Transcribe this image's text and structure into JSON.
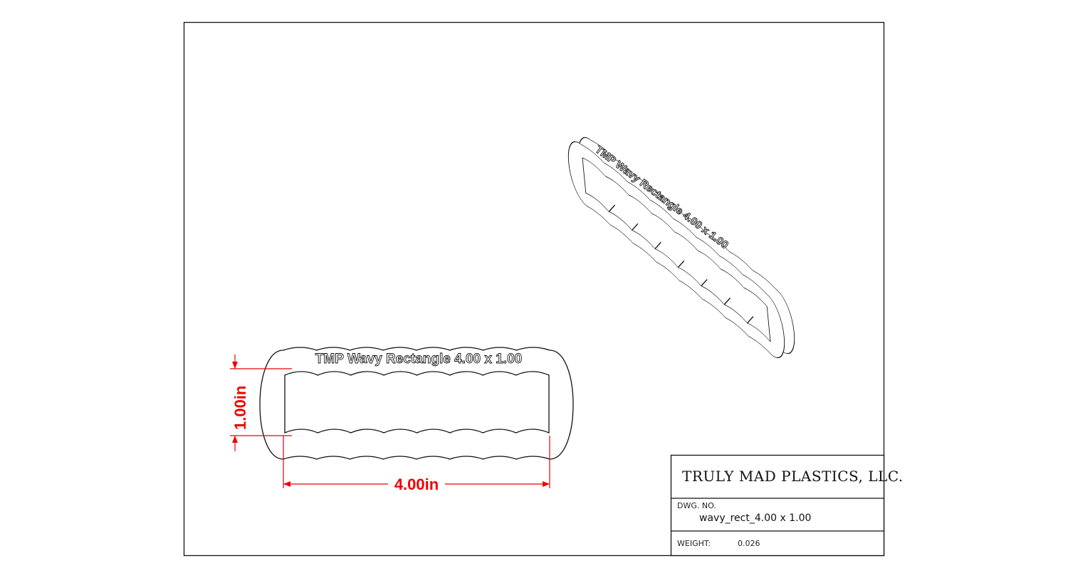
{
  "drawing": {
    "engraving_text": "TMP  Wavy Rectangle 4.00 x 1.00",
    "dimensions": {
      "height_label": "1.00in",
      "width_label": "4.00in"
    },
    "dimension_color": "#e00000"
  },
  "title_block": {
    "company": "TRULY MAD PLASTICS, LLC.",
    "dwg_no_label": "DWG.  NO.",
    "dwg_no": "wavy_rect_4.00 x 1.00",
    "weight_label": "WEIGHT:",
    "weight": "0.026"
  }
}
